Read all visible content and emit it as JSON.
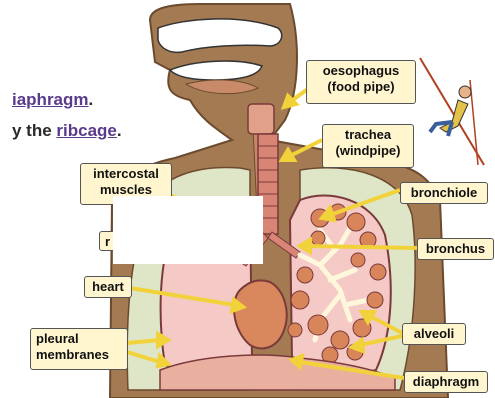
{
  "intro": {
    "line1_word": "iaphragm",
    "line1_end": ".",
    "line2_start": "y the ",
    "line2_word": "ribcage",
    "line2_end": "."
  },
  "labels": {
    "oesophagus_1": "oesophagus",
    "oesophagus_2": "(food pipe)",
    "trachea_1": "trachea",
    "trachea_2": "(windpipe)",
    "intercostal_1": "intercostal",
    "intercostal_2": "muscles",
    "r_fragment": "r",
    "heart": "heart",
    "pleural_1": "pleural",
    "pleural_2": "membranes",
    "bronchiole": "bronchiole",
    "bronchus": "bronchus",
    "alveoli": "alveoli",
    "diaphragm": "diaphragm"
  },
  "colors": {
    "skin": "#a47a52",
    "skin_dark": "#7a5636",
    "lung": "#f4c9c6",
    "lung_outline": "#7a3a3a",
    "ribs": "#dfe6c8",
    "trachea": "#d98576",
    "heart": "#d9875c",
    "alveoli": "#d9855a",
    "bronchi": "#fff7dc",
    "label_bg": "#fff6cf",
    "arrow": "#f2d23a",
    "keyword": "#5a3a8c"
  }
}
